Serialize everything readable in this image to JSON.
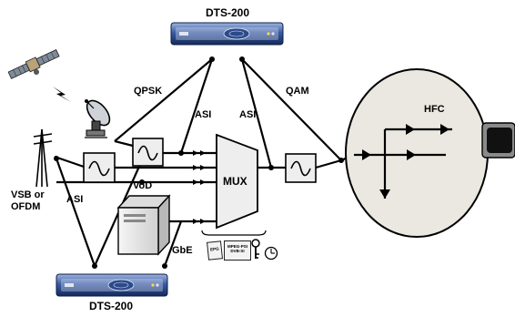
{
  "labels": {
    "dts_top": "DTS-200",
    "dts_bottom": "DTS-200",
    "qpsk": "QPSK",
    "asi_top_left": "ASI",
    "asi_top_right": "ASI",
    "qam": "QAM",
    "hfc": "HFC",
    "asi_left": "ASI",
    "vsb_line1": "VSB or",
    "vsb_line2": "OFDM",
    "vod": "VoD",
    "mux": "MUX",
    "gbe": "GbE",
    "epg": "EPG",
    "mpeg_line1": "MPEG-PSI",
    "mpeg_line2": "DVB-SI"
  },
  "colors": {
    "device_body": "#1c3a78",
    "device_highlight": "#7f9ad0",
    "device_face": "#dfe6f3",
    "block_fill": "#eeeeee",
    "hfc_fill": "#eae8e0",
    "line": "#000000"
  },
  "icons": {
    "satellite": "satellite-icon",
    "lightning": "lightning-icon",
    "dish": "satellite-dish-icon",
    "antenna": "broadcast-antenna-icon",
    "server": "vod-server-icon",
    "key": "key-icon",
    "clock": "clock-icon",
    "tv": "television-icon"
  }
}
